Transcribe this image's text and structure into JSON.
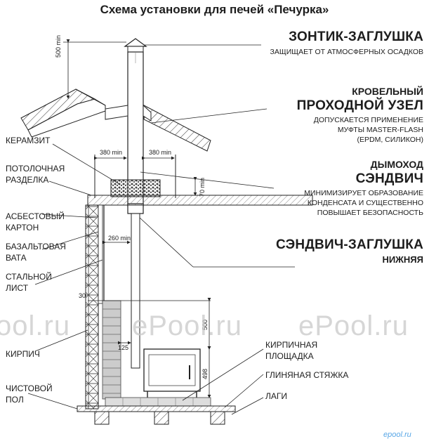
{
  "title": "Схема установки для печей «Печурка»",
  "callouts": {
    "umbrella": {
      "heading": "ЗОНТИК-ЗАГЛУШКА",
      "lines": [
        "ЗАЩИЩАЕТ ОТ АТМОСФЕРНЫХ ОСАДКОВ"
      ]
    },
    "roof_node": {
      "heading_top": "КРОВЕЛЬНЫЙ",
      "heading": "ПРОХОДНОЙ УЗЕЛ",
      "lines": [
        "ДОПУСКАЕТСЯ ПРИМЕНЕНИЕ",
        "МУФТЫ MASTER-FLASH",
        "(EPDM, СИЛИКОН)"
      ]
    },
    "chimney": {
      "heading_top": "ДЫМОХОД",
      "heading": "СЭНДВИЧ",
      "lines": [
        "МИНИМИЗИРУЕТ ОБРАЗОВАНИЕ",
        "КОНДЕНСАТА И СУЩЕСТВЕННО",
        "ПОВЫШАЕТ БЕЗОПАСНОСТЬ"
      ]
    },
    "bottom_cap": {
      "heading": "СЭНДВИЧ-ЗАГЛУШКА",
      "sub": "НИЖНЯЯ"
    }
  },
  "left_labels": {
    "keramzit": "КЕРАМЗИТ",
    "ceiling_1": "ПОТОЛОЧНАЯ",
    "ceiling_2": "РАЗДЕЛКА",
    "asbestos_1": "АСБЕСТОВЫЙ",
    "asbestos_2": "КАРТОН",
    "basalt_1": "БАЗАЛЬТОВАЯ",
    "basalt_2": "ВАТА",
    "steel_1": "СТАЛЬНОЙ",
    "steel_2": "ЛИСТ",
    "brick": "КИРПИЧ",
    "floor_1": "ЧИСТОВОЙ",
    "floor_2": "ПОЛ"
  },
  "right_labels": {
    "brick_pad_1": "КИРПИЧНАЯ",
    "brick_pad_2": "ПЛОЩАДКА",
    "clay": "ГЛИНЯНАЯ СТЯЖКА",
    "joists": "ЛАГИ"
  },
  "dimensions": {
    "top": "500 min",
    "left_gap": "380 min",
    "right_gap": "380 min",
    "ceiling": "70 min",
    "wall_gap": "260 min",
    "gap_30": "30",
    "height_500": "500",
    "gap_125": "125",
    "height_498": "498"
  },
  "watermarks": {
    "big": "ePool.ru",
    "partial": "ool.ru",
    "small": "epool.ru"
  }
}
